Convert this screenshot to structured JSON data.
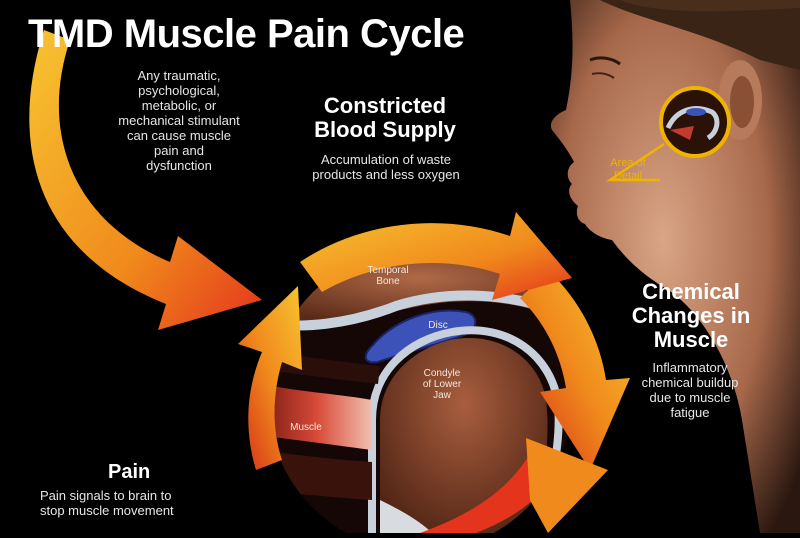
{
  "title": "TMD Muscle Pain Cycle",
  "stimulus": {
    "text_lines": [
      "Any traumatic,",
      "psychological,",
      "metabolic, or",
      "mechanical stimulant",
      "can cause muscle",
      "pain and",
      "dysfunction"
    ]
  },
  "stages": {
    "blood": {
      "heading_lines": [
        "Constricted",
        "Blood Supply"
      ],
      "body_lines": [
        "Accumulation of waste",
        "products and less oxygen"
      ]
    },
    "chemical": {
      "heading_lines": [
        "Chemical",
        "Changes in",
        "Muscle"
      ],
      "body_lines": [
        "Inflammatory",
        "chemical buildup",
        "due to muscle",
        "fatigue"
      ]
    },
    "pain": {
      "heading_lines": [
        "Pain"
      ],
      "body_lines": [
        "Pain signals to brain to",
        "stop muscle movement"
      ]
    }
  },
  "anatomy": {
    "temporal_lines": [
      "Temporal",
      "Bone"
    ],
    "disc": "Disc",
    "condyle_lines": [
      "Condyle",
      "of Lower",
      "Jaw"
    ],
    "muscle": "Muscle",
    "area_lines": [
      "Area of",
      "Detail"
    ]
  },
  "colors": {
    "background": "#000000",
    "arrow_outer": "#f7c431",
    "arrow_inner": "#e4341c",
    "bone": "#8a4a2e",
    "disc": "#3d52b8",
    "muscle": "#c43a2c",
    "skin": "#c98f6f",
    "callout": "#f0b400"
  }
}
